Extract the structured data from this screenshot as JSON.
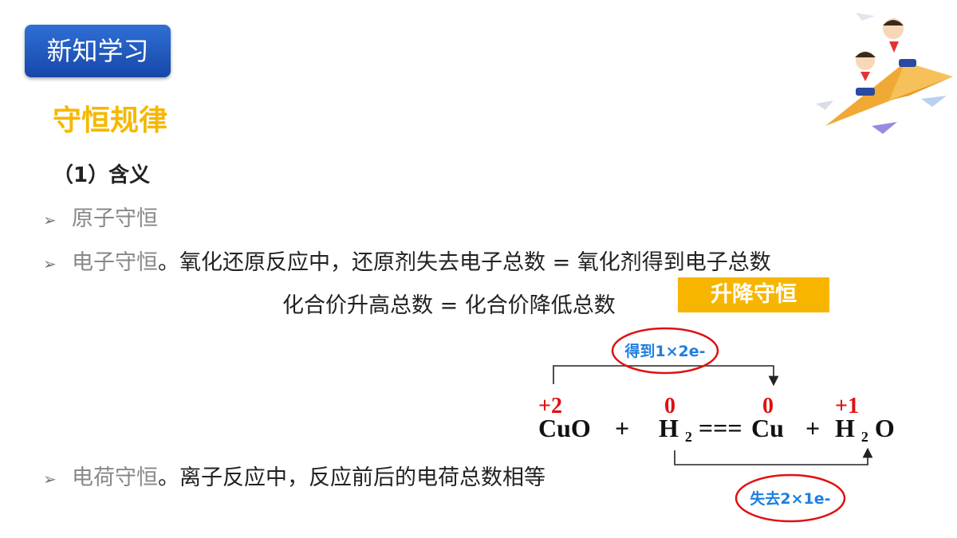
{
  "header": {
    "tag": "新知学习"
  },
  "section_title": "守恒规律",
  "sub_title": "（1）含义",
  "bullets": {
    "arrow": "➢",
    "atom": "原子守恒",
    "electron_label": "电子守恒",
    "electron_text": "。氧化还原反应中，还原剂失去电子总数 = 氧化剂得到电子总数",
    "valence_line": "化合价升高总数 = 化合价降低总数",
    "charge_label": "电荷守恒",
    "charge_text": "。离子反应中，反应前后的电荷总数相等"
  },
  "highlight": "升降守恒",
  "equation": {
    "gain_label": "得到1×2e-",
    "lose_label": "失去2×1e-",
    "cu_ox": "+2",
    "h2_ox": "0",
    "cu2_ox": "0",
    "h_ox": "+1",
    "cuo": "CuO",
    "plus1": "+",
    "h": "H",
    "sub2": "2",
    "equals": "===",
    "cu": "Cu",
    "plus2": "+",
    "h2": "H",
    "sub2b": "2",
    "o": "O"
  },
  "colors": {
    "tag_bg": "#1e56b8",
    "title": "#f5b800",
    "highlight_bg": "#f7b500",
    "red": "#e01010",
    "blue": "#1e7ee0"
  }
}
